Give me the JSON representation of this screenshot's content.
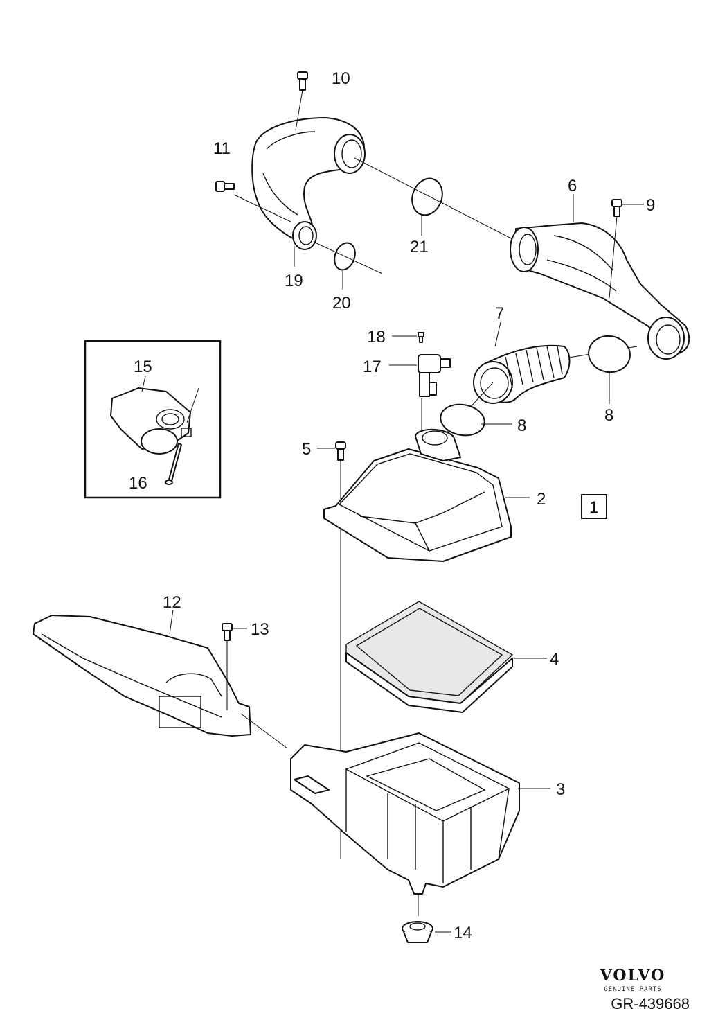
{
  "callouts": {
    "c1": "1",
    "c2": "2",
    "c3": "3",
    "c4": "4",
    "c5": "5",
    "c6": "6",
    "c7": "7",
    "c8a": "8",
    "c8b": "8",
    "c9": "9",
    "c10": "10",
    "c11": "11",
    "c12": "12",
    "c13": "13",
    "c14": "14",
    "c15": "15",
    "c16": "16",
    "c17": "17",
    "c18": "18",
    "c19": "19",
    "c20": "20",
    "c21": "21"
  },
  "brand": {
    "logo": "VOLVO",
    "subtitle": "GENUINE PARTS"
  },
  "figure_code": "GR-439668"
}
